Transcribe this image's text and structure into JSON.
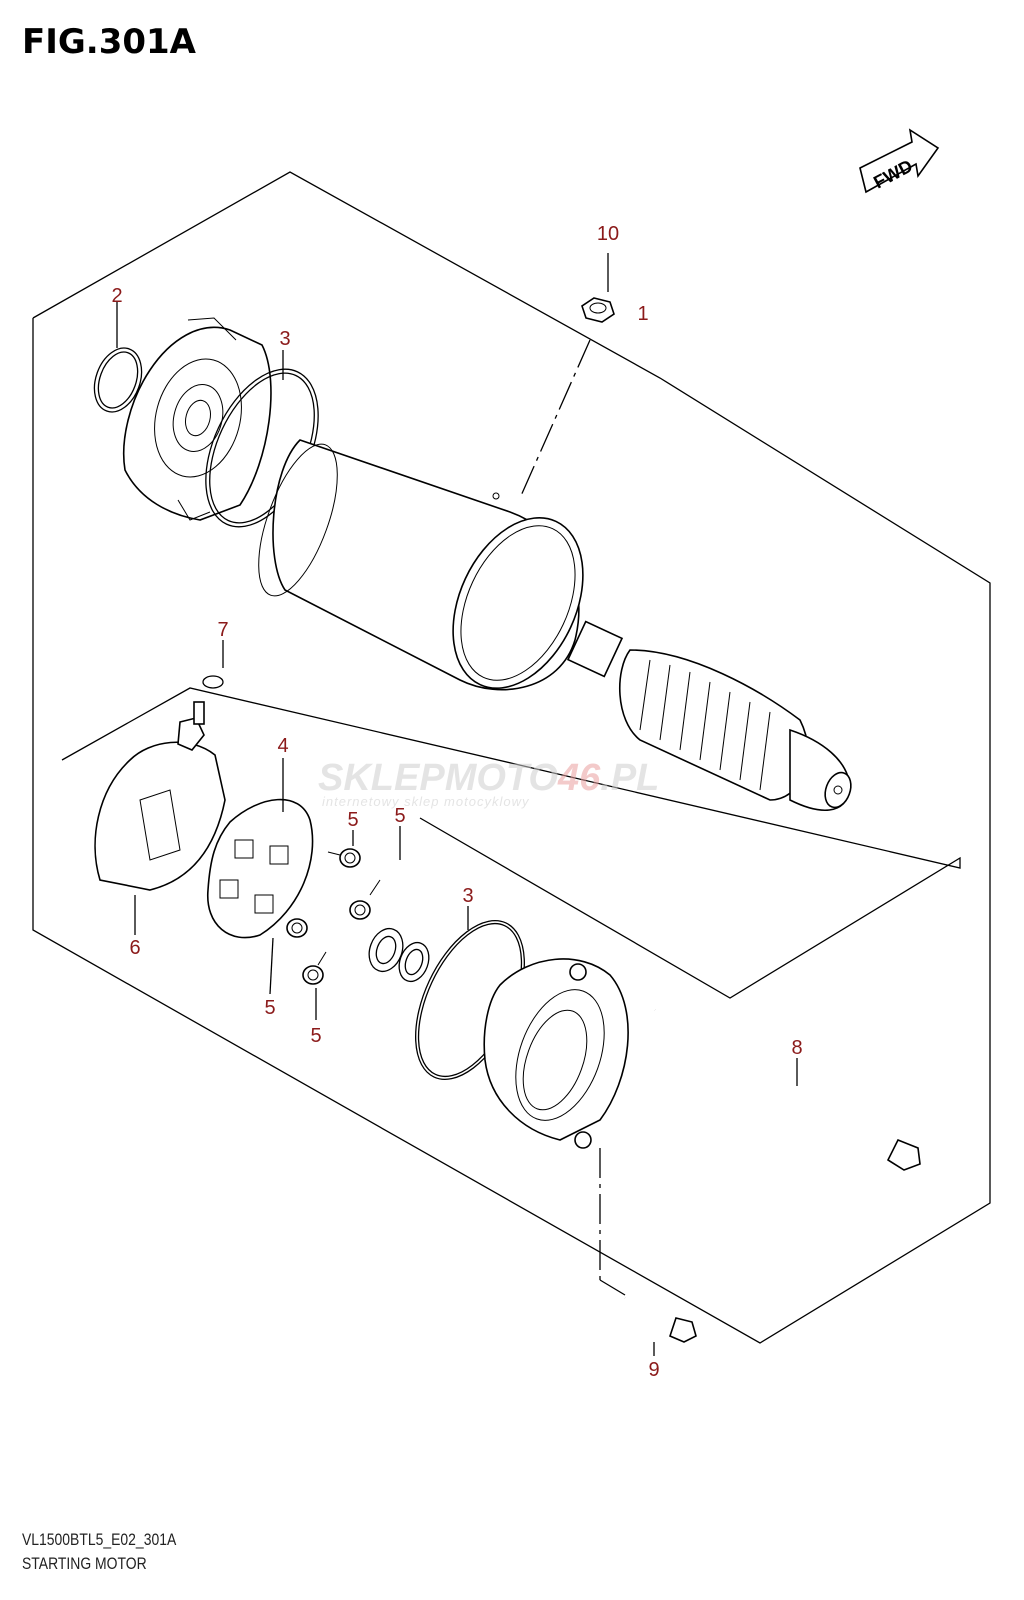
{
  "figure": {
    "title": "FIG.301A",
    "code": "VL1500BTL5_E02_301A",
    "name": "STARTING MOTOR"
  },
  "direction_badge": {
    "label": "FWD"
  },
  "watermark": {
    "text_part1": "SKLEPMOTO",
    "text_part2": "46",
    "text_part3": ".PL",
    "subtitle": "internetowy sklep motocyklowy"
  },
  "callouts": [
    {
      "id": "c1",
      "label": "1"
    },
    {
      "id": "c2",
      "label": "2"
    },
    {
      "id": "c3a",
      "label": "3"
    },
    {
      "id": "c3b",
      "label": "3"
    },
    {
      "id": "c4",
      "label": "4"
    },
    {
      "id": "c5a",
      "label": "5"
    },
    {
      "id": "c5b",
      "label": "5"
    },
    {
      "id": "c5c",
      "label": "5"
    },
    {
      "id": "c5d",
      "label": "5"
    },
    {
      "id": "c6",
      "label": "6"
    },
    {
      "id": "c7",
      "label": "7"
    },
    {
      "id": "c8",
      "label": "8"
    },
    {
      "id": "c9",
      "label": "9"
    },
    {
      "id": "c10",
      "label": "10"
    }
  ],
  "colors": {
    "callout": "#8b1a1a",
    "watermark_gray": "#d0d0d0",
    "watermark_red": "#f2b8b8"
  }
}
